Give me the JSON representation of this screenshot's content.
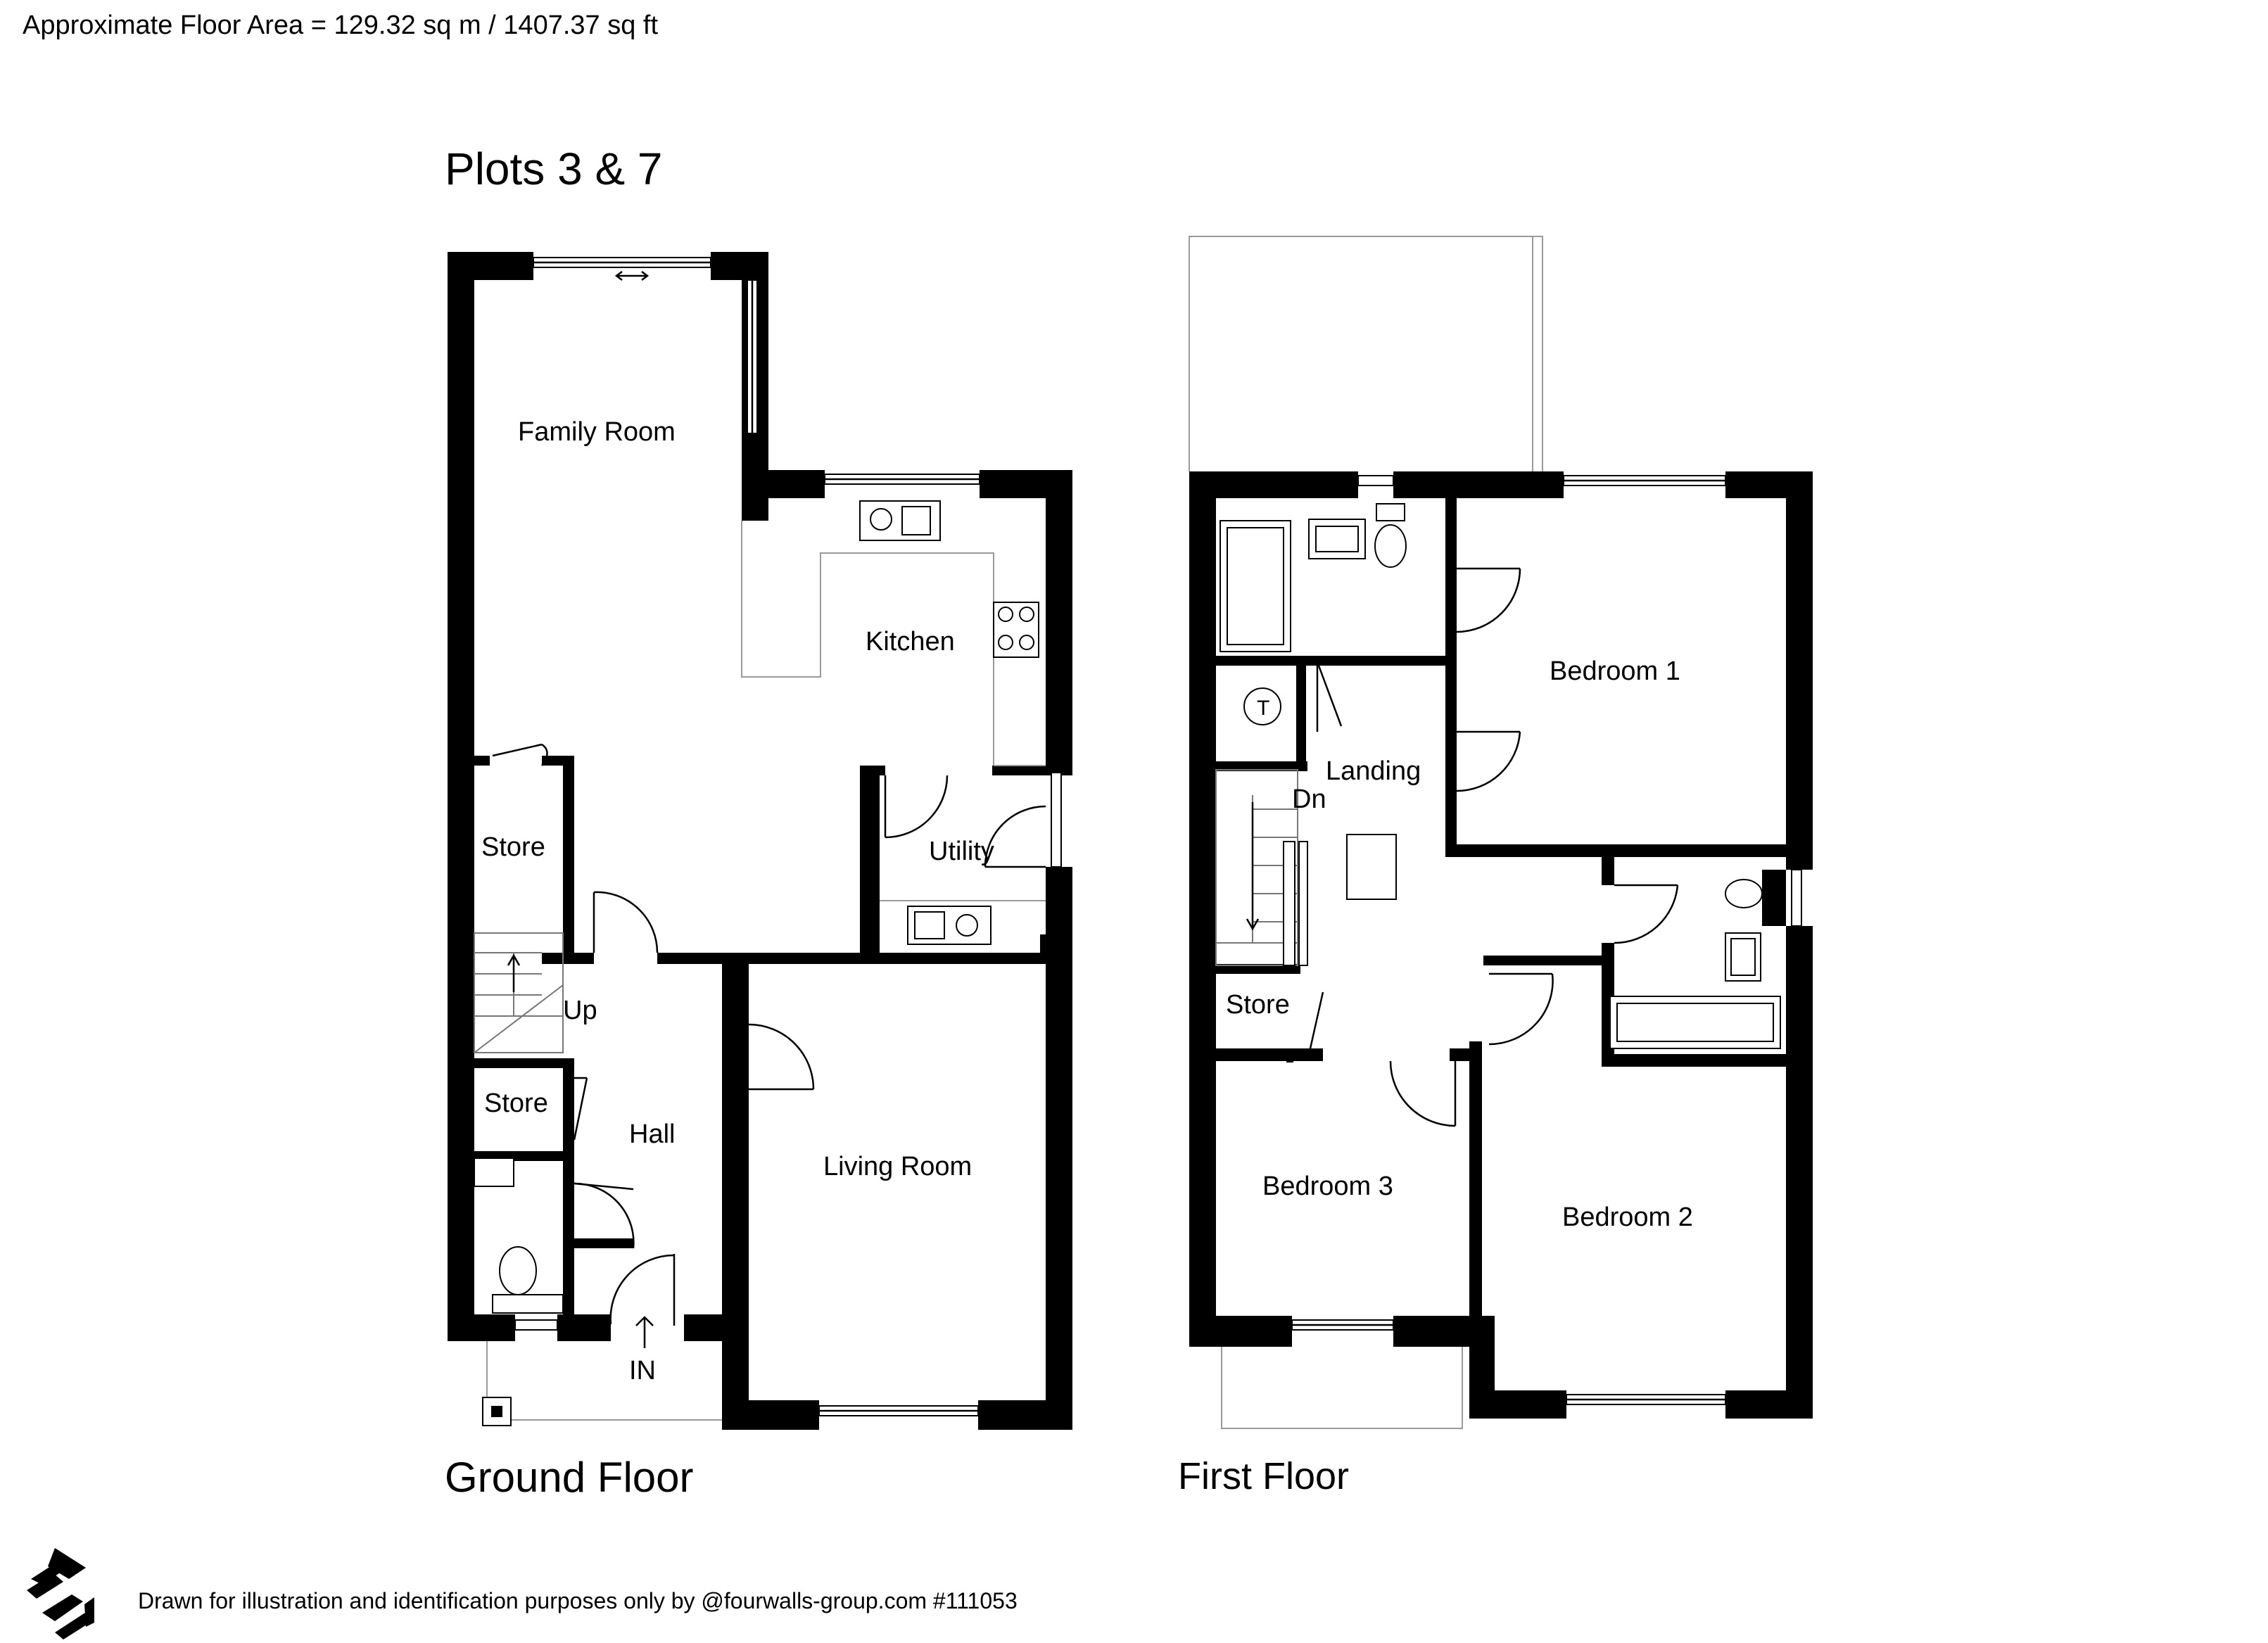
{
  "header": {
    "floor_area": "Approximate Floor Area = 129.32 sq m / 1407.37 sq ft",
    "plot_title": "Plots 3 & 7"
  },
  "ground_floor": {
    "title": "Ground Floor",
    "rooms": {
      "family_room": "Family Room",
      "kitchen": "Kitchen",
      "store_1": "Store",
      "utility": "Utility",
      "up": "Up",
      "store_2": "Store",
      "hall": "Hall",
      "living_room": "Living Room",
      "entrance": "IN"
    }
  },
  "first_floor": {
    "title": "First Floor",
    "rooms": {
      "bedroom_1": "Bedroom 1",
      "landing": "Landing",
      "down": "Dn",
      "store": "Store",
      "bedroom_3": "Bedroom 3",
      "bedroom_2": "Bedroom 2",
      "cylinder_symbol": "T"
    }
  },
  "footer": {
    "disclaimer": "Drawn for illustration and identification purposes only by @fourwalls-group.com #111053"
  },
  "colors": {
    "wall": "#000000",
    "fixture_outline": "#777777",
    "background": "#ffffff"
  }
}
